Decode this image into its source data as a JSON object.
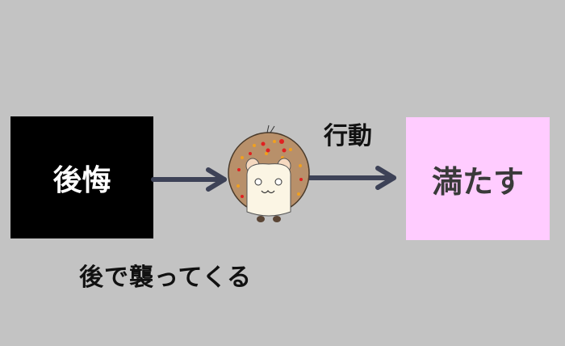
{
  "diagram": {
    "left_box": {
      "label": "後悔",
      "bg": "#000000",
      "fg": "#ffffff"
    },
    "right_box": {
      "label": "満たす",
      "bg": "#ffccff",
      "fg": "#3a3a3a"
    },
    "arrow_label": "行動",
    "bottom_caption": "後で襲ってくる",
    "center_icon": "hedgehog-illustration",
    "arrow_color": "#3d4257",
    "background": "#c3c3c3"
  }
}
